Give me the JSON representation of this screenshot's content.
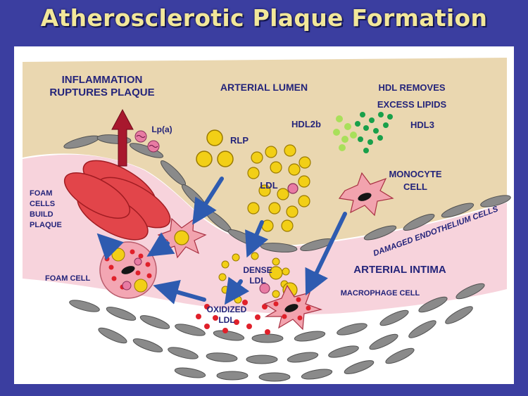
{
  "title": "Atherosclerotic Plaque Formation",
  "labels": {
    "inflammation": [
      "INFLAMMATION",
      "RUPTURES   PLAQUE"
    ],
    "arterial_lumen": "ARTERIAL LUMEN",
    "hdl_removes": [
      "HDL REMOVES",
      "EXCESS LIPIDS"
    ],
    "hdl2b": "HDL2b",
    "hdl3": "HDL3",
    "lpa": "Lp(a)",
    "rlp": "RLP",
    "ldl": "LDL",
    "monocyte": [
      "MONOCYTE",
      "CELL"
    ],
    "foam_cells_build": [
      "FOAM",
      "CELLS",
      "BUILD",
      "PLAQUE"
    ],
    "damaged_endothelium": "DAMAGED ENDOTHELIUM CELLS",
    "arterial_intima": "ARTERIAL INTIMA",
    "foam_cell": "FOAM CELL",
    "dense_ldl": [
      "DENSE",
      "LDL"
    ],
    "macrophage": "MACROPHAGE CELL",
    "oxidized_ldl": [
      "OXIDIZED",
      "LDL"
    ]
  },
  "colors": {
    "background": "#3b3ea0",
    "title": "#f2e79a",
    "lumen": "#ead7b0",
    "intima": "#f7d3dc",
    "arrow": "#2e5bb0",
    "rupture_arrow": "#a8182e",
    "label": "#24247a"
  }
}
